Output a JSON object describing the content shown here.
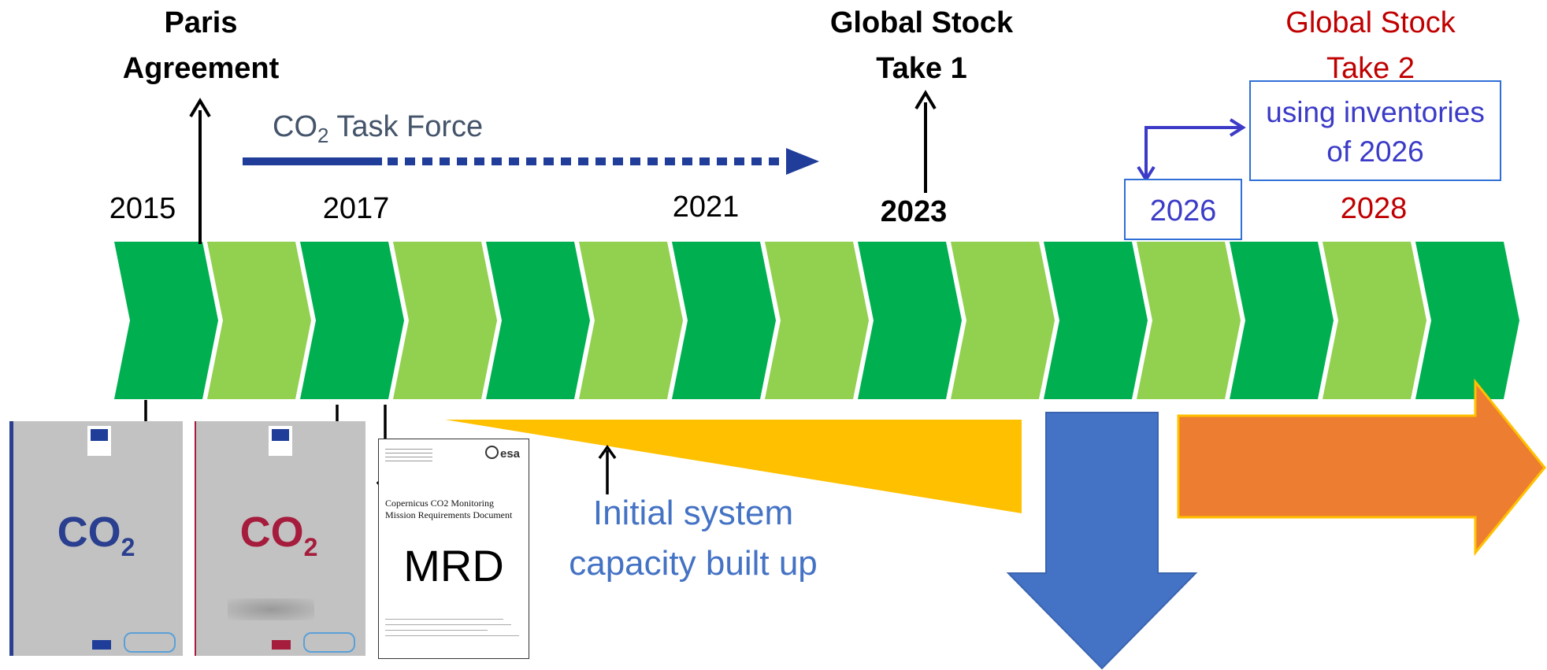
{
  "milestones": {
    "paris": [
      "Paris",
      "Agreement"
    ],
    "gst1": [
      "Global Stock",
      "Take 1"
    ],
    "gst2": [
      "Global Stock",
      "Take 2"
    ]
  },
  "task_force": {
    "prefix": "CO",
    "sub": "2",
    "suffix": " Task Force"
  },
  "inventories": [
    "using inventories",
    "of 2026"
  ],
  "years": {
    "y2015": "2015",
    "y2017": "2017",
    "y2021": "2021",
    "y2023": "2023",
    "y2026": "2026",
    "y2028": "2028"
  },
  "initial_capacity": [
    "Initial system",
    "capacity built up"
  ],
  "covers": {
    "first": {
      "text": "CO",
      "sub": "2",
      "color": "#2a3f8f"
    },
    "second": {
      "text": "CO",
      "sub": "2",
      "color": "#a61c3c"
    }
  },
  "mrd_doc": {
    "title_line1": "Copernicus CO2 Monitoring",
    "title_line2": "Mission Requirements Document",
    "big": "MRD",
    "agency": "esa"
  },
  "colors": {
    "chevron_dark": "#00b050",
    "chevron_light": "#92d050",
    "wedge": "#ffc000",
    "down_arrow": "#4472c4",
    "right_arrow": "#ed7d31",
    "task_force_arrow": "#1f3d99",
    "gst2": "#c00000",
    "inventory_blue": "#3b3bc8"
  }
}
